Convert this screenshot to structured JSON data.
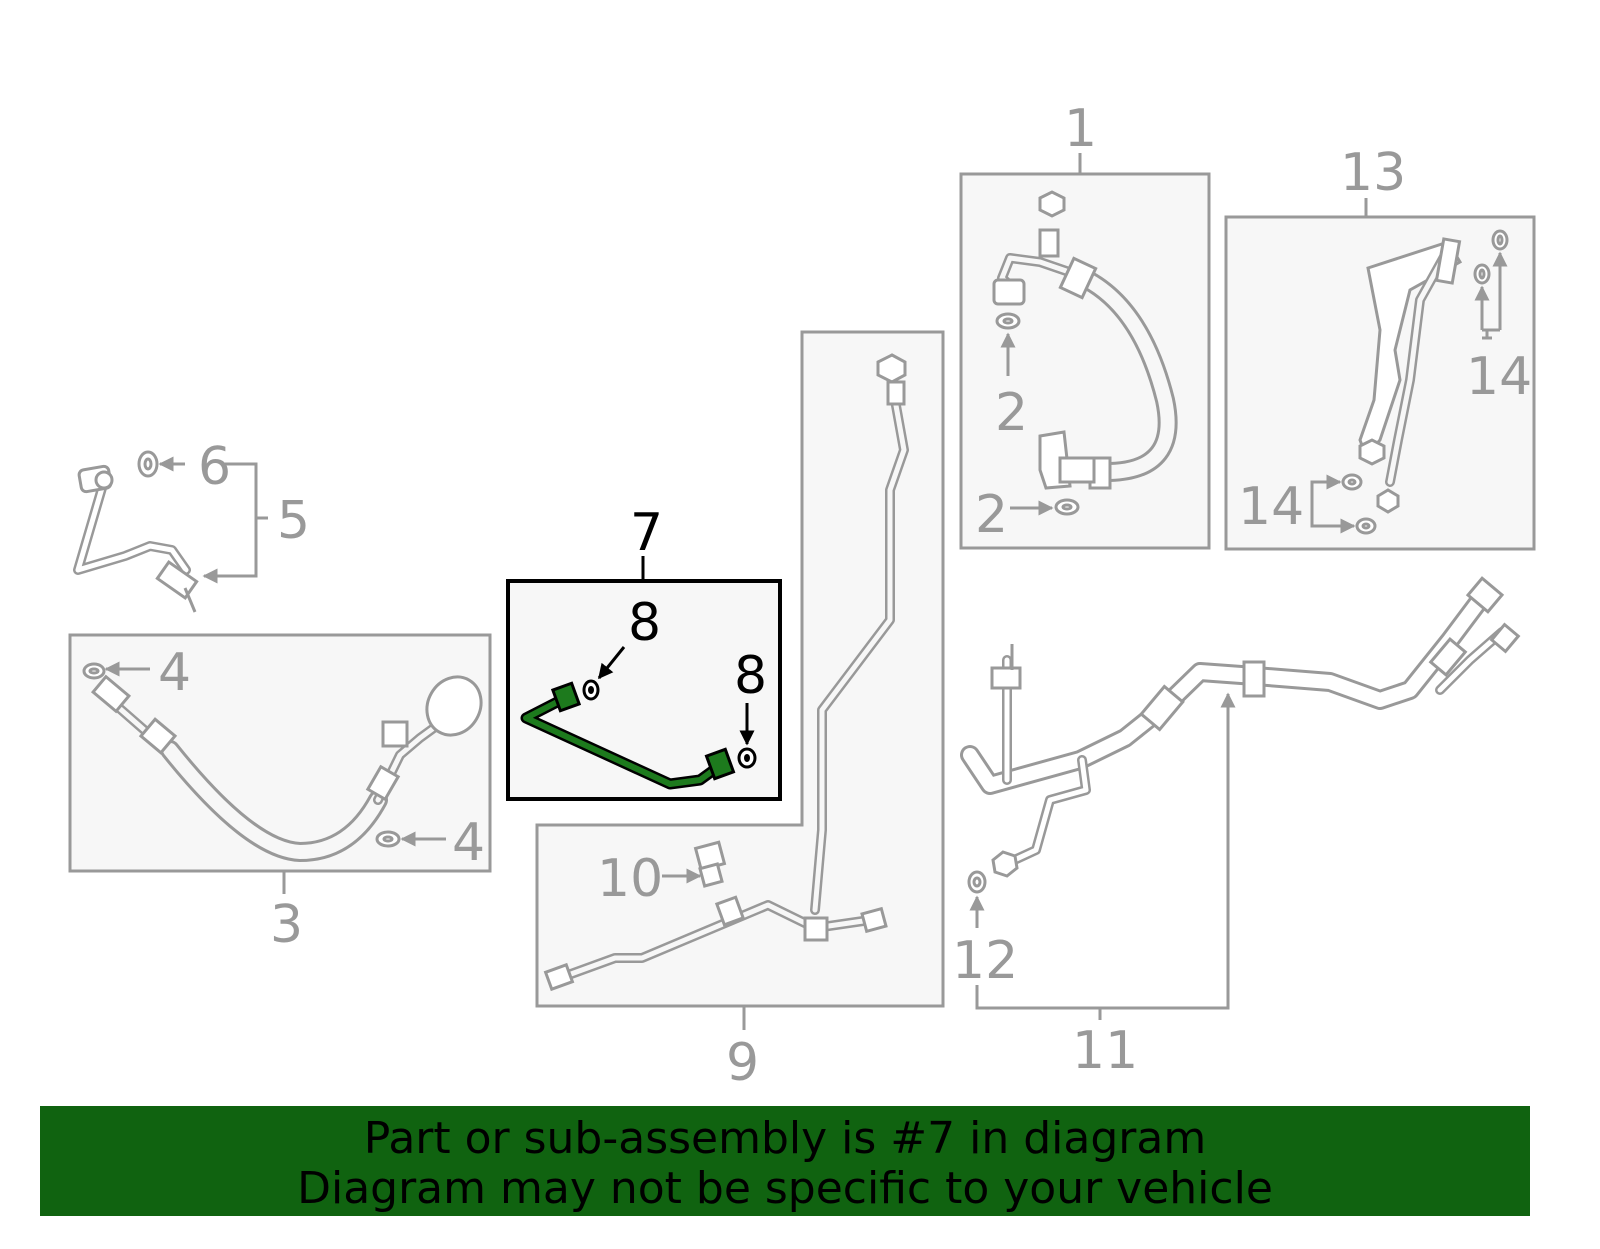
{
  "callouts": {
    "c1": "1",
    "c2a": "2",
    "c2b": "2",
    "c3": "3",
    "c4a": "4",
    "c4b": "4",
    "c5": "5",
    "c6": "6",
    "c7": "7",
    "c8a": "8",
    "c8b": "8",
    "c9": "9",
    "c10": "10",
    "c11": "11",
    "c12": "12",
    "c13": "13",
    "c14a": "14",
    "c14b": "14"
  },
  "highlighted_part": "7",
  "colors": {
    "highlight": "#1d7a1d",
    "banner": "#106310",
    "line": "#999999"
  },
  "banner": {
    "line1": "Part or sub-assembly is #7 in diagram",
    "line2": "Diagram may not be specific to your vehicle"
  }
}
